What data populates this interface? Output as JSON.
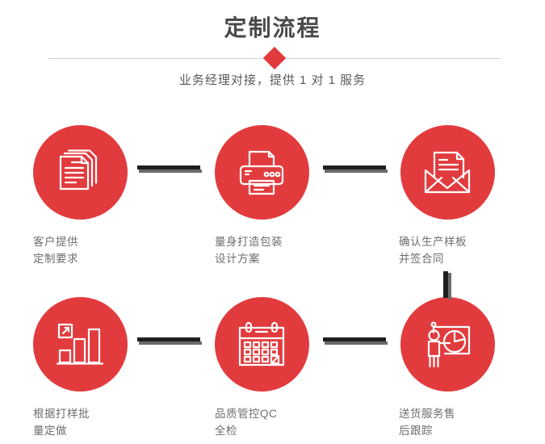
{
  "header": {
    "title": "定制流程",
    "subtitle": "业务经理对接，提供 1 对 1 服务",
    "accent_color": "#e23b3e",
    "divider_color": "#cfcfcf",
    "title_color": "#4a4a4a"
  },
  "steps": [
    {
      "icon": "documents-stack-icon",
      "label": "客户提供\n定制要求"
    },
    {
      "icon": "printer-icon",
      "label": "量身打造包装\n设计方案"
    },
    {
      "icon": "envelope-letter-icon",
      "label": "确认生产样板\n并签合同"
    },
    {
      "icon": "bar-chart-growth-icon",
      "label": "根据打样批\n量定做"
    },
    {
      "icon": "calendar-check-icon",
      "label": "品质管控QC\n全检"
    },
    {
      "icon": "presentation-person-icon",
      "label": "送货服务售\n后跟踪"
    }
  ],
  "connectors": {
    "bar_color": "#201f1f",
    "shadow_color": "#6b6b6b"
  }
}
